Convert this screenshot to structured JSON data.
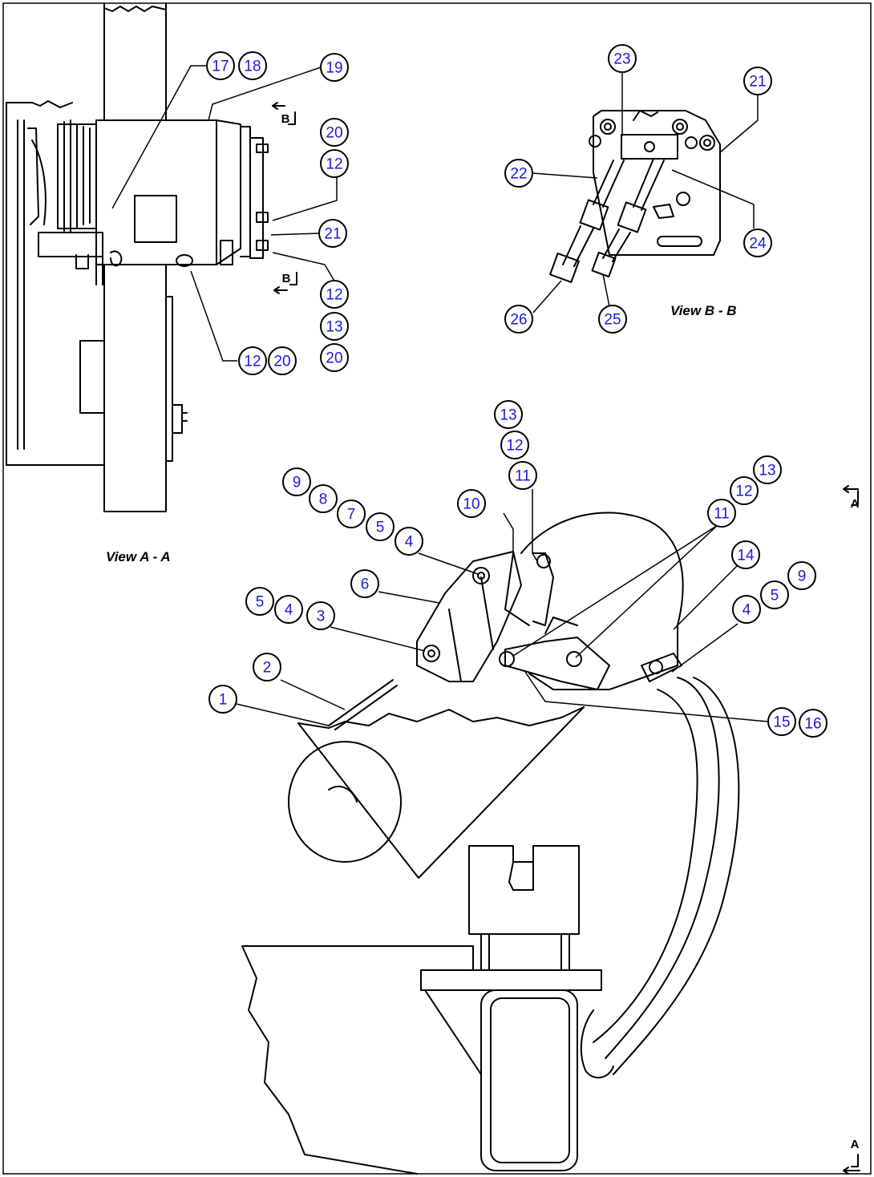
{
  "views": {
    "view_a": "View A - A",
    "view_b": "View B - B"
  },
  "section_markers": {
    "b_top": "B",
    "b_bottom": "B",
    "a_top": "A",
    "a_bottom": "A"
  },
  "colors": {
    "callout_text": "#1a1ad6",
    "line": "#000000",
    "background": "#ffffff"
  },
  "callouts": [
    "17",
    "18",
    "19",
    "20",
    "12",
    "21",
    "12",
    "13",
    "20",
    "12",
    "20",
    "23",
    "21",
    "22",
    "24",
    "26",
    "25",
    "13",
    "12",
    "11",
    "10",
    "9",
    "8",
    "7",
    "5",
    "4",
    "6",
    "5",
    "4",
    "3",
    "2",
    "1",
    "13",
    "12",
    "11",
    "14",
    "9",
    "5",
    "4",
    "15",
    "16"
  ]
}
